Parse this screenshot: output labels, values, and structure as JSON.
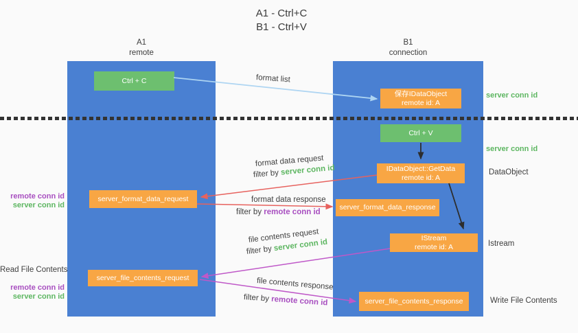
{
  "title": {
    "line1": "A1 - Ctrl+C",
    "line2": "B1 - Ctrl+V"
  },
  "lanes": {
    "left": {
      "name": "A1",
      "sub": "remote"
    },
    "right": {
      "name": "B1",
      "sub": "connection"
    }
  },
  "nodes": {
    "ctrl_c": {
      "label": "Ctrl + C"
    },
    "save_idataobject": {
      "line1": "保存IDataObject",
      "line2": "remote id: A"
    },
    "ctrl_v": {
      "label": "Ctrl + V"
    },
    "getdata": {
      "line1": "IDataObject::GetData",
      "line2": "remote id: A"
    },
    "format_request": {
      "label": "server_format_data_request"
    },
    "format_response": {
      "label": "server_format_data_response"
    },
    "istream": {
      "line1": "IStream",
      "line2": "remote id: A"
    },
    "file_request": {
      "label": "server_file_contents_request"
    },
    "file_response": {
      "label": "server_file_contents_response"
    }
  },
  "annotations": {
    "left": {
      "remote_conn_id_top": "remote conn id",
      "server_conn_id_top": "server conn id",
      "read_file_contents": "Read File Contents",
      "remote_conn_id_bottom": "remote conn id",
      "server_conn_id_bottom": "server conn id"
    },
    "right": {
      "server_conn_id_top": "server conn id",
      "server_conn_id_mid": "server conn id",
      "dataobject": "DataObject",
      "istream": "Istream",
      "write_file_contents": "Write File Contents"
    },
    "middle": {
      "format_list": "format list",
      "format_data_request": "format data request",
      "filter_by_1": "filter by ",
      "filter_target_1": "server conn id",
      "format_data_response": "format data response",
      "filter_by_2": "filter by ",
      "filter_target_2": "remote conn id",
      "file_contents_request": "file contents request",
      "filter_by_3": "filter by ",
      "filter_target_3": "server conn id",
      "file_contents_response": "file contents response",
      "filter_by_4": "filter by ",
      "filter_target_4": "remote conn id"
    }
  },
  "colors": {
    "lane_blue": "#4a80d2",
    "node_green": "#6dbf6f",
    "node_orange": "#f8a644",
    "arrow_light_blue": "#aed5f2",
    "arrow_red": "#e7625e",
    "arrow_purple": "#bf58c8",
    "arrow_black": "#2d2d2d",
    "text_green": "#5db661",
    "text_purple": "#a84fc0",
    "text_dark": "#3d3d3d"
  }
}
